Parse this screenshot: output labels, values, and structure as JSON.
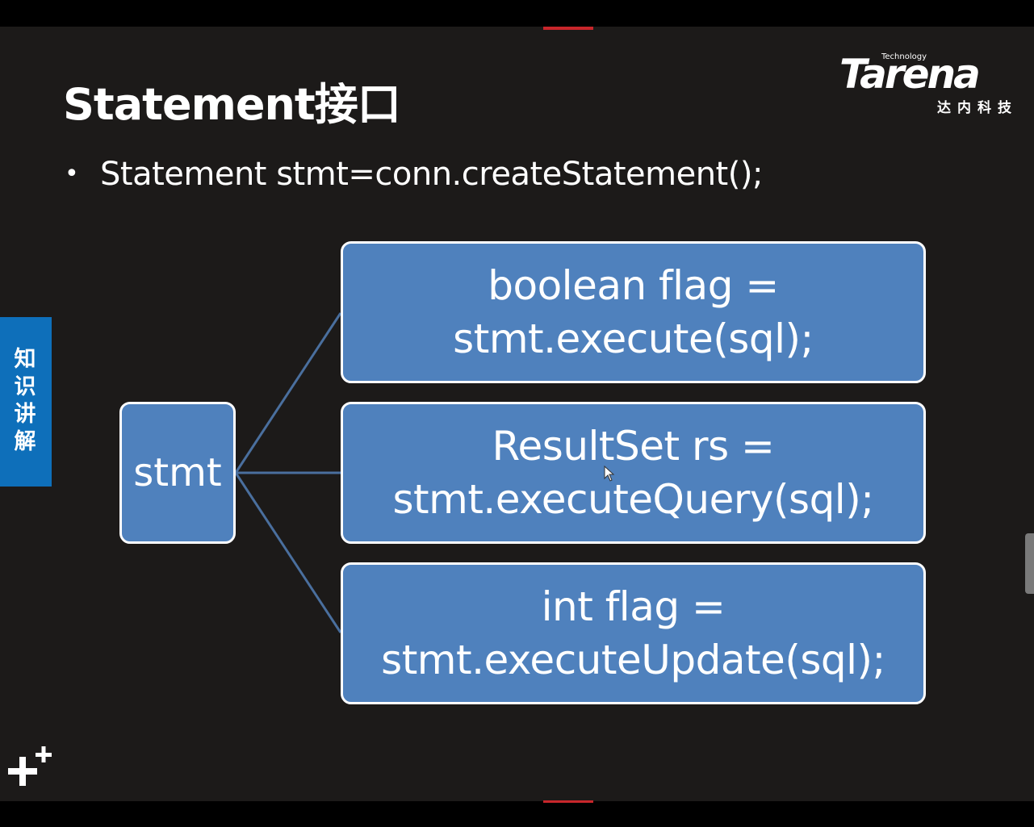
{
  "slide": {
    "title": "Statement接口",
    "bullet": "Statement stmt=conn.createStatement();",
    "bullet_marker": "•"
  },
  "logo": {
    "brand": "Tarena",
    "tagline": "Technology",
    "chinese": "达内科技"
  },
  "side_tab": {
    "label": "知识讲解",
    "color": "#0e6fba"
  },
  "diagram": {
    "root_label": "stmt",
    "methods": [
      {
        "line1": "boolean flag =",
        "line2": "stmt.execute(sql);"
      },
      {
        "line1": "ResultSet rs =",
        "line2": "stmt.executeQuery(sql);"
      },
      {
        "line1": "int flag =",
        "line2": "stmt.executeUpdate(sql);"
      }
    ],
    "box_color": "#4f81bd",
    "connector_color": "#4a6f9e"
  },
  "icons": {
    "bottom_left": "plus-icon",
    "cursor": "cursor-icon"
  },
  "colors": {
    "background": "#1c1a19",
    "accent": "#c8262b"
  }
}
